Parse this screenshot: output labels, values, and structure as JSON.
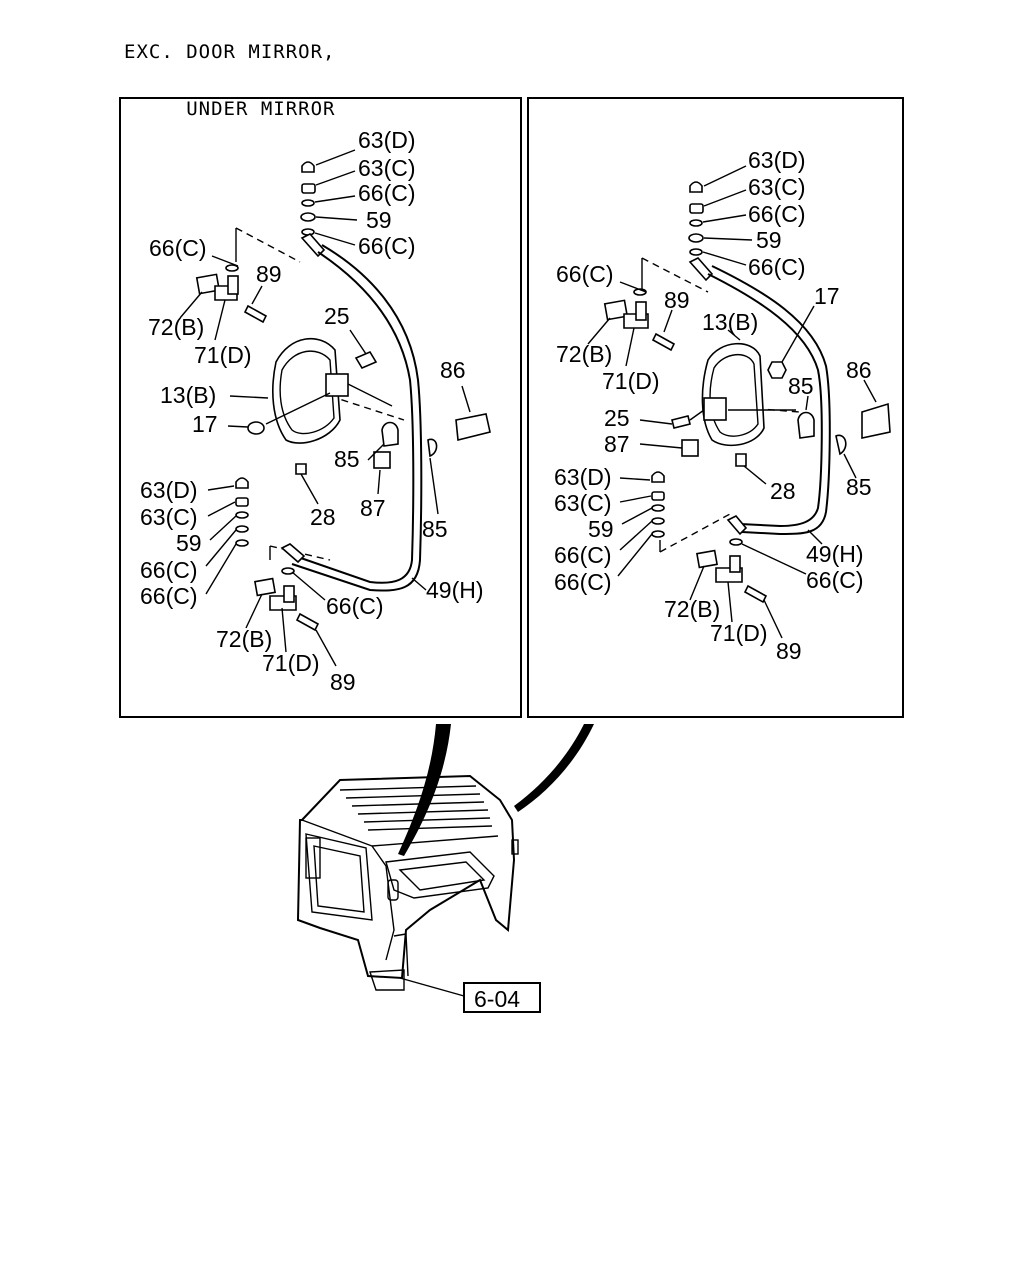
{
  "header": {
    "line1": "EXC. DOOR MIRROR,",
    "line2": "     UNDER MIRROR"
  },
  "panels": [
    {
      "name": "left",
      "labels": [
        "63(D)",
        "63(C)",
        "66(C)",
        "59",
        "66(C)",
        "66(C)",
        "89",
        "72(B)",
        "71(D)",
        "25",
        "13(B)",
        "86",
        "17",
        "85",
        "87",
        "85",
        "28",
        "63(D)",
        "63(C)",
        "59",
        "66(C)",
        "66(C)",
        "66(C)",
        "49(H)",
        "72(B)",
        "71(D)",
        "89"
      ]
    },
    {
      "name": "right",
      "labels": [
        "63(D)",
        "63(C)",
        "66(C)",
        "59",
        "66(C)",
        "66(C)",
        "89",
        "17",
        "72(B)",
        "13(B)",
        "71(D)",
        "85",
        "86",
        "25",
        "87",
        "63(D)",
        "63(C)",
        "28",
        "85",
        "59",
        "66(C)",
        "66(C)",
        "49(H)",
        "66(C)",
        "72(B)",
        "71(D)",
        "89"
      ]
    }
  ],
  "reference": "6-04"
}
